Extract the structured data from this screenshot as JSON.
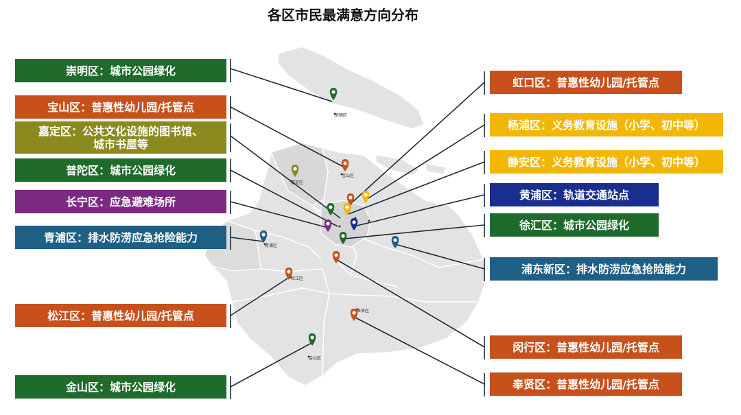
{
  "title": "各区市民最满意方向分布",
  "colors": {
    "green": "#1e6b2c",
    "orange": "#c8511b",
    "olive": "#8a8a1e",
    "purple": "#7b2a83",
    "blue": "#1e5f86",
    "yellow": "#f2b705",
    "navy": "#1a2e8f",
    "map_fill": "#e3e3e3",
    "map_border": "#ffffff"
  },
  "left_labels": [
    {
      "district": "崇明区",
      "text": "崇明区：城市公园绿化",
      "color": "green"
    },
    {
      "district": "宝山区",
      "text": "宝山区：普惠性幼儿园/托管点",
      "color": "orange"
    },
    {
      "district": "嘉定区",
      "text_line1": "嘉定区：公共文化设施的图书馆、",
      "text_line2": "城市书屋等",
      "color": "olive"
    },
    {
      "district": "普陀区",
      "text": "普陀区：城市公园绿化",
      "color": "green"
    },
    {
      "district": "长宁区",
      "text": "长宁区：应急避难场所",
      "color": "purple"
    },
    {
      "district": "青浦区",
      "text": "青浦区：排水防涝应急抢险能力",
      "color": "blue"
    },
    {
      "district": "松江区",
      "text": "松江区：普惠性幼儿园/托管点",
      "color": "orange"
    },
    {
      "district": "金山区",
      "text": "金山区：城市公园绿化",
      "color": "green"
    }
  ],
  "right_labels": [
    {
      "district": "虹口区",
      "text": "虹口区：普惠性幼儿园/托管点",
      "color": "orange"
    },
    {
      "district": "杨浦区",
      "text": "杨浦区：义务教育设施（小学、初中等）",
      "color": "yellow"
    },
    {
      "district": "静安区",
      "text": "静安区：义务教育设施（小学、初中等）",
      "color": "yellow"
    },
    {
      "district": "黄浦区",
      "text": "黄浦区：轨道交通站点",
      "color": "navy"
    },
    {
      "district": "徐汇区",
      "text": "徐汇区：城市公园绿化",
      "color": "green"
    },
    {
      "district": "浦东新区",
      "text": "浦东新区：排水防涝应急抢险能力",
      "color": "blue"
    },
    {
      "district": "闵行区",
      "text": "闵行区：普惠性幼儿园/托管点",
      "color": "orange"
    },
    {
      "district": "奉贤区",
      "text": "奉贤区：普惠性幼儿园/托管点",
      "color": "orange"
    }
  ],
  "map_labels": {
    "chongming": "崇明区",
    "baoshan": "宝山区",
    "jiading": "嘉定区",
    "qingpu": "青浦区",
    "songjiang": "松江区",
    "fengxian": "奉贤区",
    "jinshan": "金山区"
  },
  "icons": {
    "pin": "map-pin-icon"
  }
}
